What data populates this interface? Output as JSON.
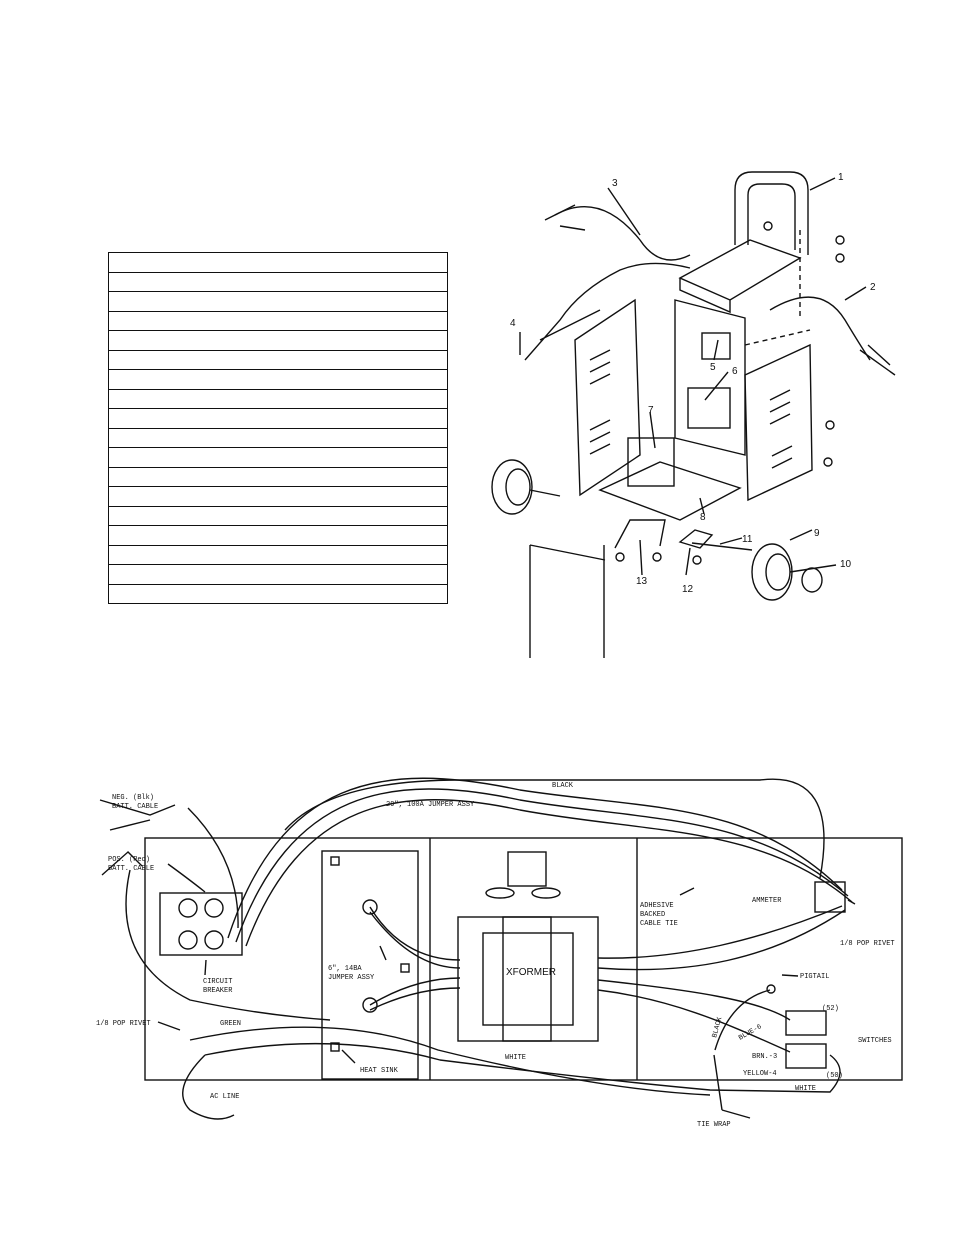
{
  "parts_table": {
    "row_count": 18
  },
  "exploded_view": {
    "callouts": [
      "1",
      "2",
      "3",
      "4",
      "5",
      "6",
      "7",
      "8",
      "9",
      "10",
      "11",
      "12",
      "13"
    ]
  },
  "wiring": {
    "neg_cable": [
      "NEG. (Blk)",
      "BATT. CABLE"
    ],
    "pos_cable": [
      "POS. (Red)",
      "BATT. CABLE"
    ],
    "black": "BLACK",
    "jumper_29": "29\", 100A JUMPER ASSY",
    "circuit_breaker": [
      "CIRCUIT",
      "BREAKER"
    ],
    "jumper_6": [
      "6\", 14BA",
      "JUMPER ASSY"
    ],
    "xformer": "XFORMER",
    "heat_sink": "HEAT SINK",
    "adhesive": [
      "ADHESIVE",
      "BACKED",
      "CABLE TIE"
    ],
    "ammeter": "AMMETER",
    "pop_rivet_right": "1/8 POP RIVET",
    "pop_rivet_left": "1/8 POP RIVET",
    "pigtail": "PIGTAIL",
    "s52": "(52)",
    "s50": "(50)",
    "switches": "SWITCHES",
    "black_v": "BLACK",
    "blue6": "BLUE-6",
    "brn3": "BRN.-3",
    "yellow4": "YELLOW-4",
    "white1": "WHITE",
    "white2": "WHITE",
    "green": "GREEN",
    "ac_line": "AC LINE",
    "tie_wrap": "TIE WRAP"
  }
}
